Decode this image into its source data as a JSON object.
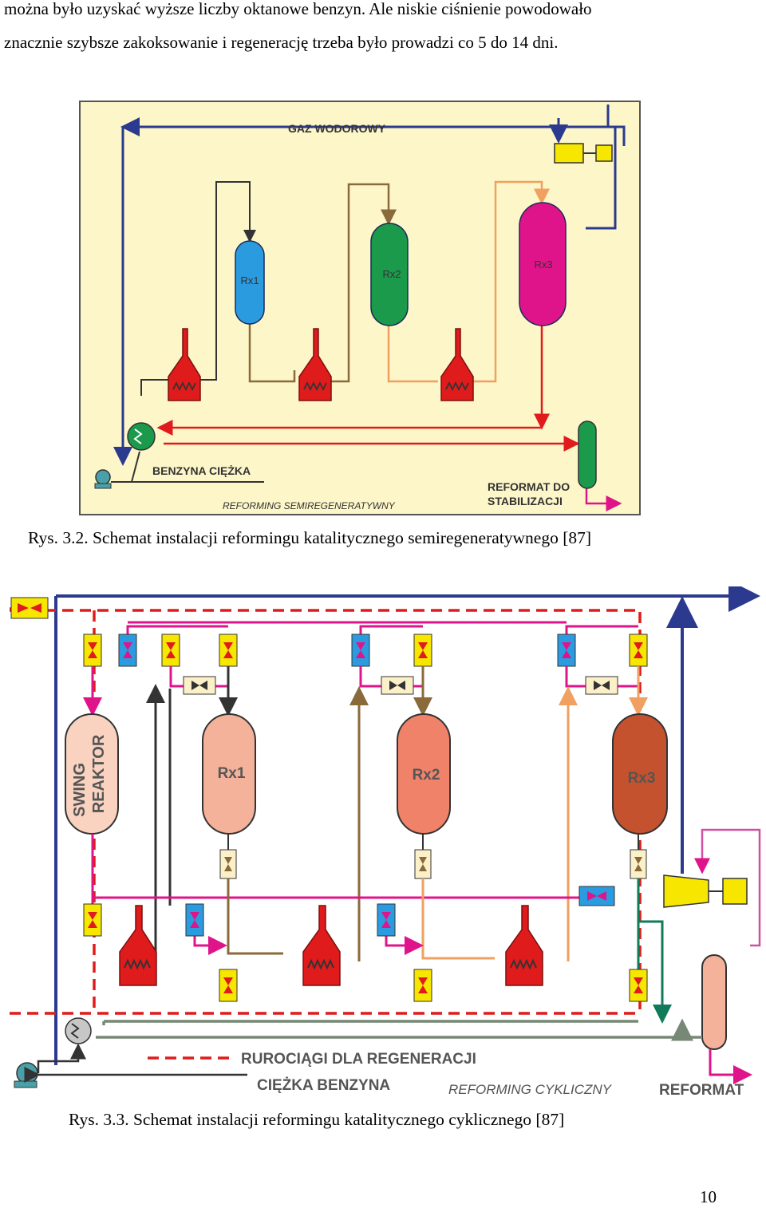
{
  "intro_lines": [
    "można było uzyskać wyższe liczby oktanowe benzyn. Ale niskie ciśnienie powodowało",
    "znacznie szybsze zakoksowanie i regenerację trzeba było prowadzi co 5 do 14 dni."
  ],
  "figure1": {
    "gas_label": "GAZ WODOROWY",
    "heavy_label": "BENZYNA CIĘŻKA",
    "product_line1": "REFORMAT DO",
    "product_line2": "STABILIZACJI",
    "process_label": "REFORMING SEMIREGENERATYWNY",
    "reactors": [
      "Rx1",
      "Rx2",
      "Rx3"
    ],
    "caption": "Rys. 3.2. Schemat instalacji reformingu katalitycznego semiregeneratywnego [87]"
  },
  "figure2": {
    "swing_line1": "SWING",
    "swing_line2": "REAKTOR",
    "reactors": [
      "Rx1",
      "Rx2",
      "Rx3"
    ],
    "legend_regen": "RUROCIĄGI DLA  REGENERACJI",
    "legend_heavy": "CIĘŻKA BENZYNA",
    "process_label": "REFORMING CYKLICZNY",
    "product_label": "REFORMAT",
    "caption": "Rys. 3.3. Schemat instalacji reformingu katalitycznego cyklicznego [87]"
  },
  "page_number": "10",
  "colors": {
    "hydrogen_line": "#2b3a8f",
    "rx1_fig1": "#2b9be0",
    "rx2_fig1": "#1a9a4a",
    "rx3_fig1": "#e0148a",
    "heater": "#e01b1b",
    "regen_dashed": "#e01b1b",
    "fig1_background": "#fcf6c8",
    "valve_yellow": "#f7e600",
    "valve_blue": "#2b9be0"
  }
}
